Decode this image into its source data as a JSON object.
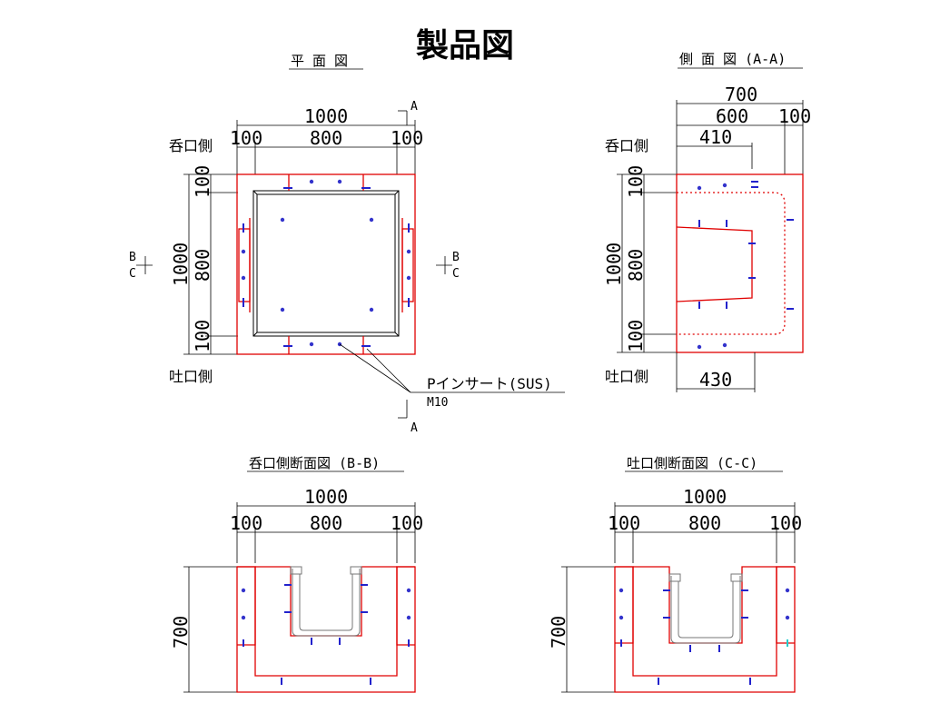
{
  "title": "製品図",
  "plan": {
    "view_title": "平 面 図",
    "dim_total": "1000",
    "dim_left": "100",
    "dim_mid": "800",
    "dim_right": "100",
    "dim_v_total": "1000",
    "dim_v_top": "100",
    "dim_v_mid": "800",
    "dim_v_bot": "100",
    "inlet_label": "呑口側",
    "outlet_label": "吐口側",
    "section_a_top": "A",
    "section_a_bottom": "A",
    "section_b_left": "B",
    "section_c_left": "C",
    "section_b_right": "B",
    "section_c_right": "C",
    "insert_label": "Pインサート(SUS)",
    "insert_size": "M10"
  },
  "side": {
    "view_title": "側 面 図 (A-A)",
    "dim_total": "700",
    "dim_600": "600",
    "dim_100": "100",
    "dim_410": "410",
    "dim_430": "430",
    "dim_v_total": "1000",
    "dim_v_top": "100",
    "dim_v_mid": "800",
    "dim_v_bot": "100",
    "inlet_label": "呑口側",
    "outlet_label": "吐口側"
  },
  "section_bb": {
    "view_title": "呑口側断面図 (B-B)",
    "dim_total": "1000",
    "dim_left": "100",
    "dim_mid": "800",
    "dim_right": "100",
    "dim_height": "700"
  },
  "section_cc": {
    "view_title": "吐口側断面図 (C-C)",
    "dim_total": "1000",
    "dim_left": "100",
    "dim_mid": "800",
    "dim_right": "100",
    "dim_height": "700"
  }
}
